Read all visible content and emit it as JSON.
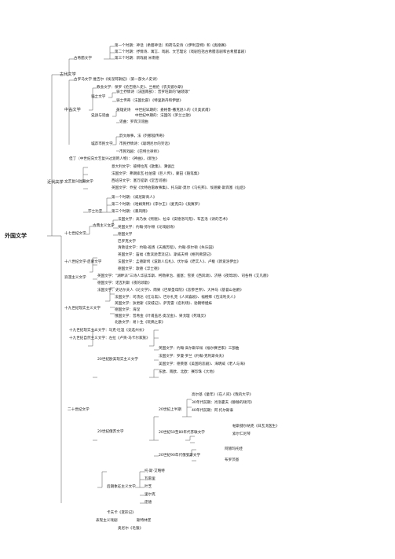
{
  "root": "外国文学",
  "branches": {
    "ancient": "古代文学",
    "greek": "古希腊文学",
    "greek_1": "第一个时期：神话（希腊神话）和荷马史诗（《伊利亚特》和《奥德赛》",
    "greek_2": "第二个时期：抒情诗、寓言、戏剧、文艺理论（戏剧包括古希腊悲剧和古希腊喜剧）",
    "greek_3": "第三个时期：新戏剧 米南德",
    "roman": "古罗马文学 维吉尔《埃涅阿斯纪》（第一部文人史诗）",
    "medieval": "中古文学",
    "church": "教会文学：保罗《伦巴德人史》、兰格伦《农夫彼尔斯》",
    "knight": "骑士文学",
    "knight_1": "骑士抒情诗（法国南部）：普罗旺斯的\"破晓歌\"",
    "knight_2": "骑士传奇（法国北部）《特里斯丹和伊瑟》",
    "epic": "史诗与谣曲",
    "epic_1": "英雄史诗",
    "epic_1a": "中世纪早期的：盎格鲁-撒克逊人的《贝奥武甫》",
    "epic_1b": "中世纪中期的：法国的《罗兰之歌》",
    "epic_2": "谣曲：罗宾汉谣曲",
    "city": "城市市民文学",
    "city_1": "韵文故事，法《列那狐传奇》",
    "city_2": "市民抒情诗：《聪明尼尔的笑话》",
    "city_3": "市民戏剧：《巴特兰律师》",
    "dante": "但丁（中世纪向文艺复兴过渡的人物）：《神曲》，《新生》",
    "modern": "近代文学",
    "renaissance": "文艺复兴时期文学",
    "ren_it": "意大利文学：彼特拉克《歌集》、薄伽丘",
    "ren_fr": "法国文学：弗朗索瓦·拉伯雷《巨人传》，蒙田《随笔集》",
    "ren_es": "西班牙文学：塞万提斯《堂吉诃德》",
    "ren_en": "英国文学：乔叟《坎特伯雷故事集》、托马斯·莫尔《乌托邦》、埃德蒙·斯宾塞《仙后》",
    "shakes": "莎士比亚",
    "shakes_1": "第一个时期：《威尼斯商人》",
    "shakes_2": "第二个时期：《哈姆莱特》《李尔王》《麦克白》《奥赛罗》",
    "shakes_3": "第三个时期：《暴风雨》",
    "c17": "十七世纪文学",
    "classic": "古典主义文学",
    "classic_fr": "法国文学：高乃依《熙德》、拉辛《安德洛玛克》、布瓦洛《诗的艺术》",
    "classic_en": "英国文学：约翰·弥尔顿《论戏剧诗》",
    "classic_de": "德国文学",
    "baroque": "巴罗克文学",
    "bunyan": "清教徒文学：约翰·班扬《天路历程》，约翰·弥尔顿《失乐园》",
    "c18": "十八世纪文学·启蒙文学",
    "c18_en": "英国文学：笛福《鲁滨逊漂流记》、斯威夫特《格列佛游记》",
    "c18_fr": "法国文学：孟德斯鸠《波斯人信札》、伏尔泰《老实人》、卢梭《新爱洛伊丝》",
    "c18_de": "德国文学：歌德《浮士德》",
    "romantic": "浪漫主义文学",
    "rom_en": "英国文学：\"湖畔派\"三诗人华兹华斯、柯勒律治、骚塞；雪莱《西风颂》、济慈《夜莺颂》、司各特《艾凡赫》",
    "rom_de": "德国文学：诺瓦利斯《夜的颂歌》",
    "rom_fr": "法国文学：史达尔夫人《论文学》、雨果《巴黎圣母院》《悲惨世界》、大仲马《基督山伯爵》",
    "realism": "十九世纪现实主义文学",
    "real_fr": "法国文学：司汤达《红与黑》、巴尔扎克《人间喜剧》、福楼拜《包法利夫人》",
    "real_en": "英国文学：狄更斯《双城记》、萨克雷《名利场》、勃朗特姐妹",
    "real_de": "德国文学：海涅",
    "real_ru": "俄国文学：普希金《叶甫盖尼·奥涅金》、果戈理《死魂灵》",
    "real_no": "北欧文学：易卜生《玩偶之家》",
    "c19_mod": "十九世纪现实主义文学：马克·吐温《竞选州长》",
    "c19_nat": "十九世纪自然主义文学：左拉《卢贡-马卡尔家族》",
    "c20": "二十世纪文学",
    "c20_west": "20世纪欧美现实主义文学",
    "c20_w1": "英国文学：约翰·高尔斯华绥《福尔赛世家》三部曲",
    "c20_w2": "法国文学：罗曼·罗兰《约翰·克利斯朵夫》",
    "c20_w3": "美国文学：德莱塞《美国的悲剧》、海明威《老人与海》",
    "c20_w4": "东欧、南欧、北欧：赛珍珠《大地》",
    "c20_soviet": "20世纪俄苏文学",
    "sov_early": "20世纪上半期",
    "sov_e1": "高尔基《童年》《在人间》《我的大学》",
    "sov_e2": "30年代前期：肖洛霍夫《静静的顿河》",
    "sov_e3": "40年代前期：阿·托尔斯泰",
    "sov_mid": "20世纪50至80年代苏联文学",
    "sov_m1": "帕斯捷尔纳克《日瓦戈医生》",
    "sov_m2": "索尔仁尼琴",
    "sov_late": "20世纪90年代俄罗斯文学",
    "sov_l1": "阿赫玛托娃",
    "sov_l2": "布罗茨基",
    "modernism": "后期象征主义文学",
    "mod_1": "托·斯·艾略特",
    "mod_2": "瓦雷里",
    "mod_3": "叶芝",
    "mod_4": "里尔克",
    "mod_5": "庞德",
    "express": "表现主义戏剧",
    "kafka": "卡夫卡《变形记》",
    "express_2": "斯特林堡",
    "express_3": "奥尼尔《毛猿》"
  }
}
